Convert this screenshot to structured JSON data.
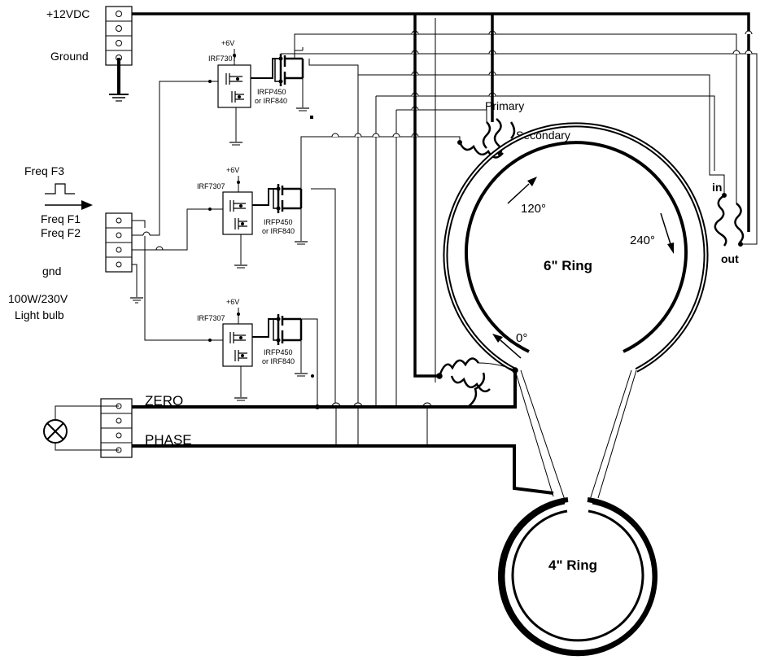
{
  "labels": {
    "vdc": "+12VDC",
    "ground": "Ground",
    "freq_f3": "Freq F3",
    "freq_f1": "Freq F1",
    "freq_f2": "Freq F2",
    "gnd": "gnd",
    "bulb_line1": "100W/230V",
    "bulb_line2": "Light bulb",
    "zero": "ZERO",
    "phase": "PHASE",
    "primary": "Primary",
    "secondary": "Secondary",
    "transformer_in": "in",
    "transformer_out": "out",
    "ring_large": "6\" Ring",
    "ring_small": "4\" Ring",
    "angle_0": "0°",
    "angle_120": "120°",
    "angle_240": "240°"
  },
  "drivers": [
    {
      "supply": "+6V",
      "driver_ic": "IRF7307",
      "mosfet_line1": "IRFP450",
      "mosfet_line2": "or IRF840"
    },
    {
      "supply": "+6V",
      "driver_ic": "IRF7307",
      "mosfet_line1": "IRFP450",
      "mosfet_line2": "or IRF840"
    },
    {
      "supply": "+6V",
      "driver_ic": "IRF7307",
      "mosfet_line1": "IRFP450",
      "mosfet_line2": "or IRF840"
    }
  ]
}
